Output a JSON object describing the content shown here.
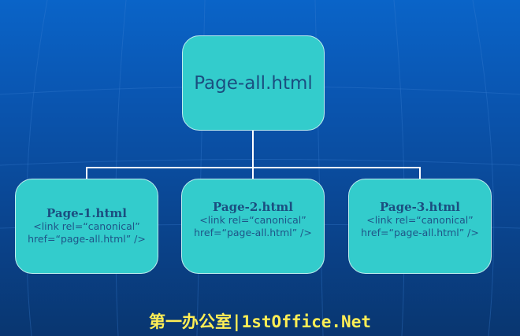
{
  "root": {
    "label": "Page-all.html"
  },
  "children": [
    {
      "title": "Page-1.html",
      "line1": "<link rel=“canonical”",
      "line2": "href=“page-all.html” />"
    },
    {
      "title": "Page-2.html",
      "line1": "<link rel=“canonical”",
      "line2": "href=“page-all.html” />"
    },
    {
      "title": "Page-3.html",
      "line1": "<link rel=“canonical”",
      "line2": "href=“page-all.html” />"
    }
  ],
  "watermark": "第一办公室|1stOffice.Net"
}
